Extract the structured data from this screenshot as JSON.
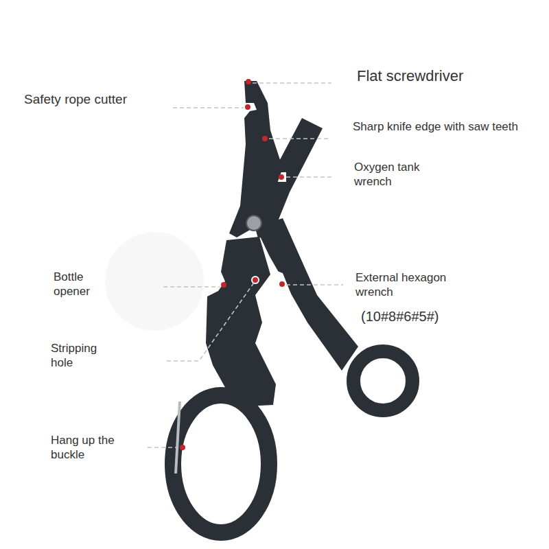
{
  "diagram": {
    "labels": [
      "Flat screwdriver",
      "Safety rope cutter",
      "Sharp knife edge with saw teeth",
      "Oxygen tank wrench",
      "Bottle opener",
      "External hexagon wrench",
      "(10#8#6#5#)",
      "Stripping hole",
      "Hang up the buckle"
    ]
  }
}
